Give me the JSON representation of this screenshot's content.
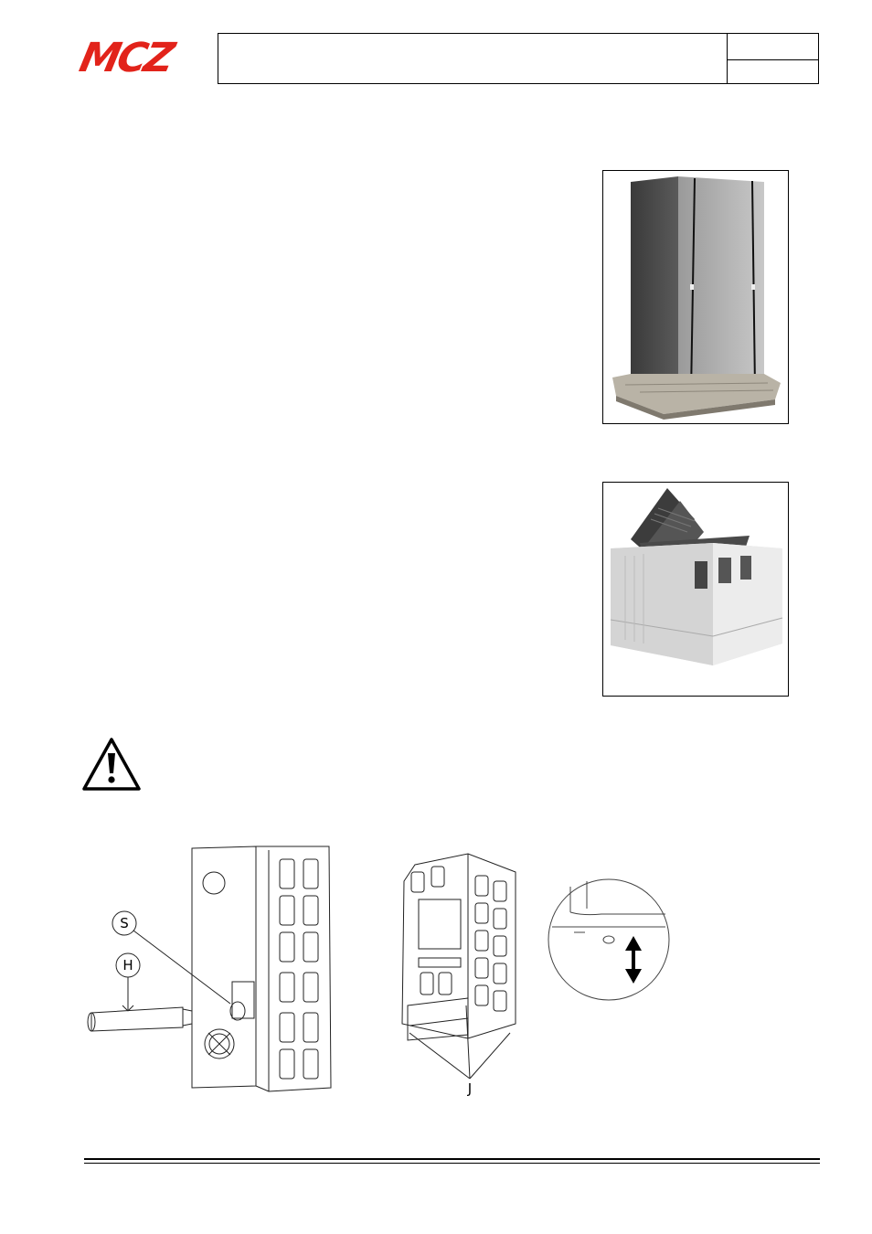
{
  "header": {
    "brand": "MCZ",
    "brand_color": "#e2231a"
  },
  "figures": {
    "rear_view": {
      "label_s": "S",
      "label_h": "H"
    },
    "bottom_view": {
      "label_j": "J"
    },
    "detail_view": {
      "arrow_icon": "up-down-arrow-icon"
    }
  },
  "warning": {
    "icon": "warning-triangle-icon"
  }
}
